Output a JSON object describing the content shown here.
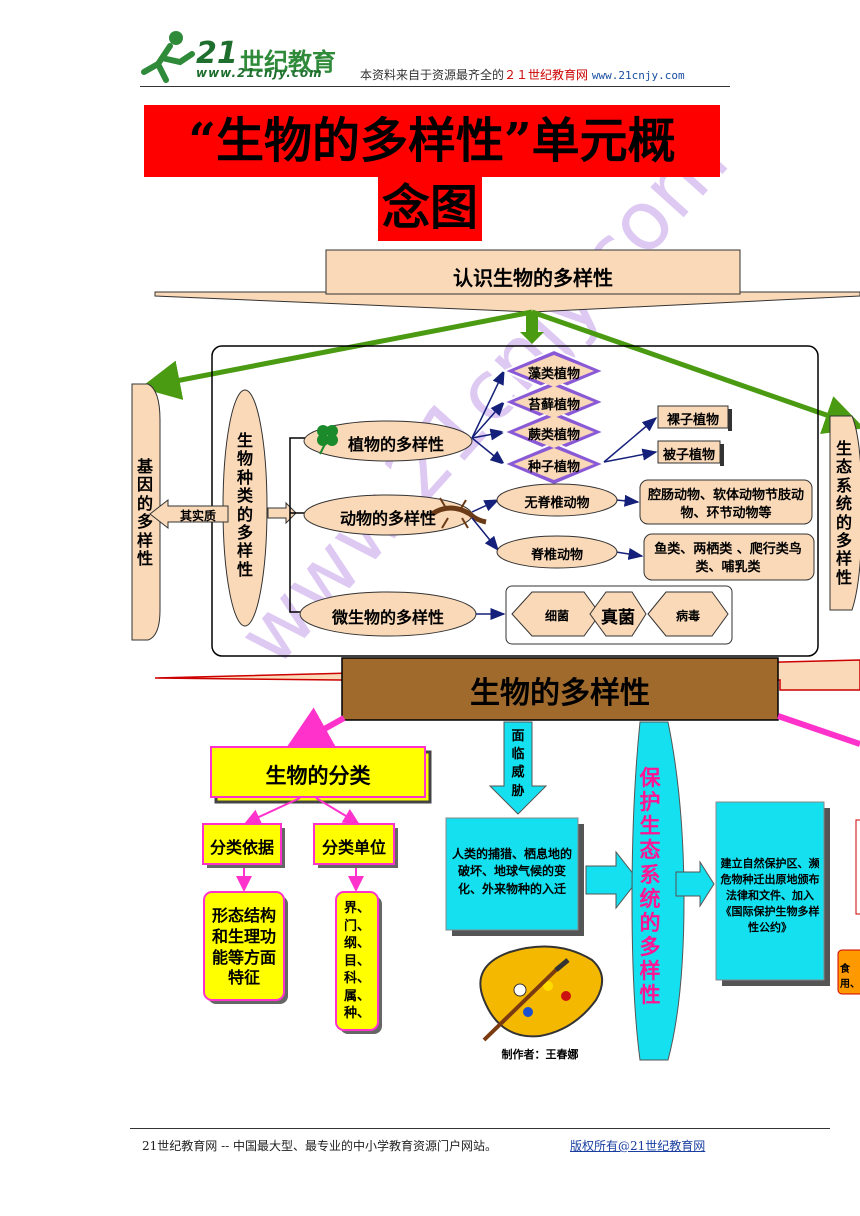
{
  "header": {
    "logo_number": "21",
    "logo_text": "世纪教育",
    "logo_url": "www.21cnjy.com",
    "source_prefix": "本资料来自于资源最齐全的",
    "source_site": "２１世纪教育网",
    "source_url": "www.21cnjy.com"
  },
  "title": {
    "line1": "“生物的多样性”单元概",
    "line2": "念图"
  },
  "diagram": {
    "top_banner": "认识生物的多样性",
    "gene_diversity": "基因的多样性",
    "essence_label": "其实质",
    "species_diversity": "生物种类的多样性",
    "ecosystem_diversity": "生态系统的多样性",
    "plant_diversity": "植物的多样性",
    "animal_diversity": "动物的多样性",
    "microbe_diversity": "微生物的多样性",
    "plants": [
      "藻类植物",
      "苔藓植物",
      "蕨类植物",
      "种子植物"
    ],
    "seed_plants": [
      "裸子植物",
      "被子植物"
    ],
    "invertebrates": "无脊椎动物",
    "invertebrate_list": "腔肠动物、软体动物节肢动物、环节动物等",
    "vertebrates": "脊椎动物",
    "vertebrate_list": "鱼类、两栖类 、爬行类鸟类、哺乳类",
    "microbes": [
      "细菌",
      "真菌",
      "病毒"
    ],
    "center_banner": "生物的多样性",
    "classification": "生物的分类",
    "basis": "分类依据",
    "basis_detail": "形态结构和生理功能等方面特征",
    "units": "分类单位",
    "units_detail": "界、门、纲、目、科、属、种、",
    "threat_label": "面临威胁",
    "threats": "人类的捕猎、栖息地的破坏、地球气候的变化、外来物种的入迁",
    "protect_ecosystem": "保护生态系统的多样性",
    "measures": "建立自然保护区、濒危物种迁出原地颁布法律和文件、加入《国际保护生物多样性公约》",
    "side_partial": "食用、",
    "author": "制作者：王春娜"
  },
  "watermark": "www.21cnjy.com",
  "footer": {
    "left": "21世纪教育网 -- 中国最大型、最专业的中小学教育资源门户网站。",
    "right": "版权所有@21世纪教育网"
  },
  "colors": {
    "title_bg": "#ff0000",
    "peach": "#fad9b8",
    "purple_diamond": "#8a5ad6",
    "yellow": "#ffff00",
    "magenta": "#ff33cc",
    "cyan": "#14e0f0",
    "green_arrow": "#4a9a12",
    "brown_banner": "#a06a2c"
  }
}
